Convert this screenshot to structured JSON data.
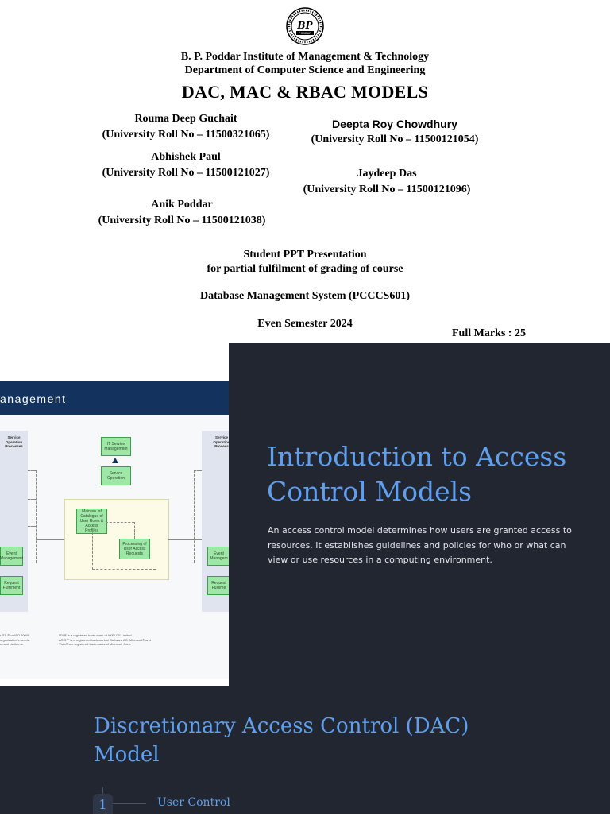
{
  "title_slide": {
    "institute": "B. P. Poddar Institute of Management & Technology",
    "department": "Department of Computer Science and Engineering",
    "heading": "DAC, MAC & RBAC MODELS",
    "logo_text": "BP PODDAR",
    "students": [
      {
        "name": "Rouma Deep Guchait",
        "roll": "(University Roll No – 11500321065)"
      },
      {
        "name": "Deepta Roy Chowdhury",
        "roll": "(University Roll No – 11500121054)"
      },
      {
        "name": "Abhishek Paul",
        "roll": "(University Roll No – 11500121027)"
      },
      {
        "name": "Jaydeep Das",
        "roll": "(University Roll No – 11500121096)"
      },
      {
        "name": "Anik Poddar",
        "roll": "(University Roll No – 11500121038)"
      }
    ],
    "presentation_line1": "Student PPT Presentation",
    "presentation_line2": "for partial fulfilment of grading of course",
    "course": "Database Management System (PCCCS601)",
    "semester": "Even Semester 2024",
    "full_marks": "Full Marks : 25"
  },
  "intro_slide": {
    "title": "Introduction to Access Control Models",
    "body": "An access control model determines how users are granted access to resources. It establishes guidelines and policies for who or what can view or use resources in a computing environment.",
    "diagram": {
      "title": "anagement",
      "left_lane_header": "Service\nOperation\nProcesses",
      "right_lane_header": "Service\nOperation\nProcess",
      "boxes": {
        "it_service": "IT Service\nManagement",
        "service_op": "Service\nOperation",
        "maintain": "Mainten. of\nCatalogue of\nUser Roles &\nAccess\nProfiles",
        "processing": "Processing of\nUser Access\nRequests",
        "event_left": "Event\nManagement",
        "request_left": "Request\nFulfilment",
        "event_right": "Event\nManagem",
        "request_right": "Request\nFulfilme"
      },
      "footnote_left": "r ITIL® or ISO 20000\norganization's needs.\nement platforms.",
      "footnote_right": "ITIL® is a registered trade mark of AXELOS Limited.\nARIS™ is a registered trademark of Software AG. Microsoft® and\nVisio® are registered trademarks of Microsoft Corp."
    }
  },
  "dac_slide": {
    "title": "Discretionary Access Control (DAC) Model",
    "steps": [
      {
        "number": "1",
        "label": "User Control"
      }
    ]
  },
  "colors": {
    "dark_bg": "#212631",
    "accent_blue": "#5f9ff0",
    "diagram_header": "#13335e",
    "green_box": "#9fe7a6"
  }
}
